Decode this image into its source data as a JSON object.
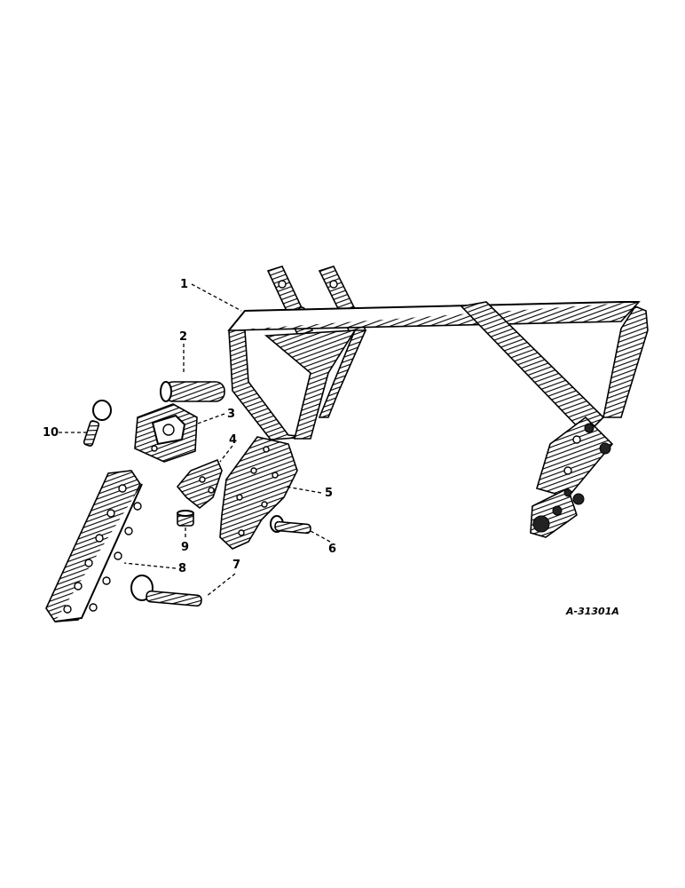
{
  "diagram": {
    "reference_code": "A-31301A",
    "callouts": [
      {
        "id": "1",
        "label": "1"
      },
      {
        "id": "2",
        "label": "2"
      },
      {
        "id": "3",
        "label": "3"
      },
      {
        "id": "4",
        "label": "4"
      },
      {
        "id": "5",
        "label": "5"
      },
      {
        "id": "6",
        "label": "6"
      },
      {
        "id": "7",
        "label": "7"
      },
      {
        "id": "8",
        "label": "8"
      },
      {
        "id": "9",
        "label": "9"
      },
      {
        "id": "10",
        "label": "10"
      }
    ]
  }
}
